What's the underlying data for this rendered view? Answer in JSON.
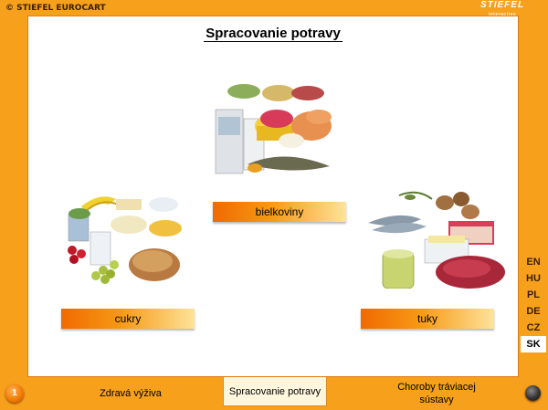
{
  "header": {
    "brand_left": "© STIEFEL EUROCART",
    "brand_right": "STIEFEL",
    "brand_right_sub": "interactive"
  },
  "main": {
    "title": "Spracovanie potravy",
    "categories": {
      "proteins": "bielkoviny",
      "sugars": "cukry",
      "fats": "tuky"
    }
  },
  "languages": [
    "EN",
    "HU",
    "PL",
    "DE",
    "CZ",
    "SK"
  ],
  "active_language": "SK",
  "bottom_nav": {
    "home_button": "1",
    "tab_1": "Zdravá výživa",
    "tab_2": "Spracovanie potravy",
    "tab_3_line1": "Choroby tráviacej",
    "tab_3_line2": "sústavy"
  },
  "colors": {
    "frame_orange": "#f7a01c",
    "button_gradient_start": "#f06a00",
    "button_gradient_end": "#fde39a"
  }
}
